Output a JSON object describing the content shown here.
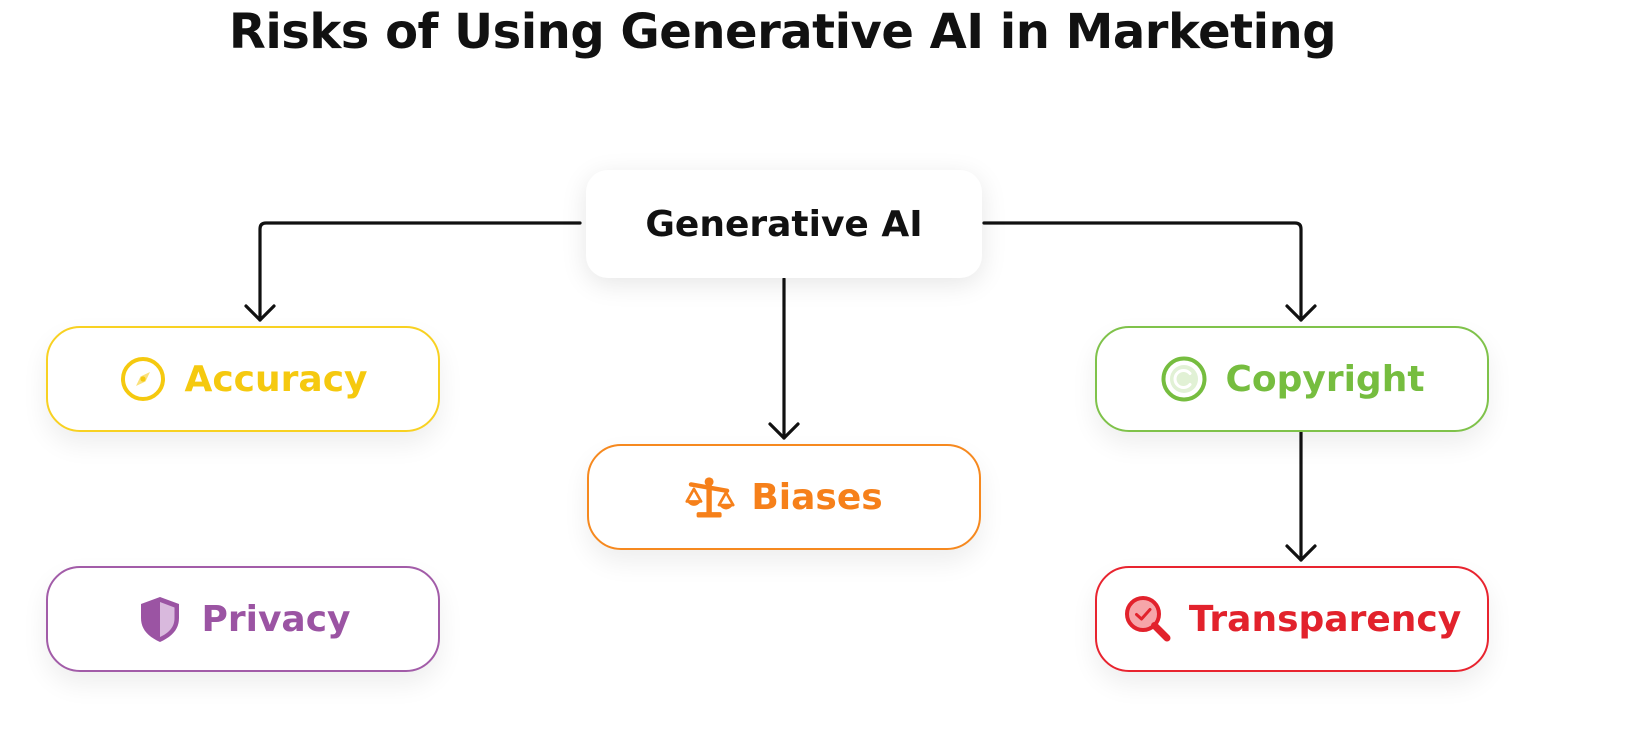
{
  "title": "Risks of Using Generative AI in Marketing",
  "nodes": {
    "root": {
      "label": "Generative AI"
    },
    "accuracy": {
      "label": "Accuracy",
      "icon": "compass-icon",
      "color": "#f5c90f"
    },
    "biases": {
      "label": "Biases",
      "icon": "scales-icon",
      "color": "#f6801a"
    },
    "copyright": {
      "label": "Copyright",
      "icon": "copyright-icon",
      "color": "#76bd3f"
    },
    "privacy": {
      "label": "Privacy",
      "icon": "shield-icon",
      "color": "#9b54a3"
    },
    "transparency": {
      "label": "Transparency",
      "icon": "magnifier-icon",
      "color": "#e2222c"
    }
  },
  "edges": [
    {
      "from": "Generative AI",
      "to": "Accuracy"
    },
    {
      "from": "Generative AI",
      "to": "Biases"
    },
    {
      "from": "Generative AI",
      "to": "Copyright"
    },
    {
      "from": "Copyright",
      "to": "Transparency"
    }
  ]
}
